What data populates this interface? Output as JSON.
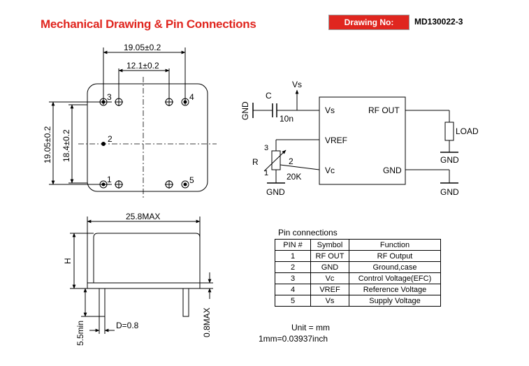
{
  "header": {
    "title": "Mechanical Drawing & Pin Connections",
    "drawing_label": "Drawing No:",
    "drawing_number": "MD130022-3"
  },
  "top_view": {
    "dim_outer_width": "19.05±0.2",
    "dim_inner_width": "12.1±0.2",
    "dim_outer_height": "19.05±0.2",
    "dim_inner_height": "18.4±0.2",
    "pin_labels": [
      "1",
      "2",
      "3",
      "4",
      "5"
    ]
  },
  "side_view": {
    "dim_width": "25.8MAX",
    "dim_height": "H",
    "dim_pin_length": "5.5min",
    "dim_pin_diameter": "D=0.8",
    "dim_standoff": "0.8MAX"
  },
  "schematic": {
    "cap_label": "C",
    "cap_value": "10n",
    "vs_top": "Vs",
    "gnd_left": "GND",
    "pin_vs": "Vs",
    "pin_vref": "VREF",
    "pin_vc": "Vc",
    "pin_rfout": "RF OUT",
    "pin_gnd": "GND",
    "load_label": "LOAD",
    "load_gnd": "GND",
    "gnd_right": "GND",
    "pot_label": "R",
    "pot_pin3": "3",
    "pot_pin2": "2",
    "pot_pin1": "1",
    "pot_value": "20K",
    "pot_gnd": "GND"
  },
  "pin_table": {
    "title": "Pin connections",
    "headers": [
      "PIN #",
      "Symbol",
      "Function"
    ],
    "rows": [
      [
        "1",
        "RF OUT",
        "RF Output"
      ],
      [
        "2",
        "GND",
        "Ground,case"
      ],
      [
        "3",
        "Vc",
        "Control Voltage(EFC)"
      ],
      [
        "4",
        "VREF",
        "Reference Voltage"
      ],
      [
        "5",
        "Vs",
        "Supply Voltage"
      ]
    ]
  },
  "units": {
    "unit": "Unit = mm",
    "conversion": "1mm=0.03937inch"
  },
  "colors": {
    "accent": "#e0261f"
  }
}
